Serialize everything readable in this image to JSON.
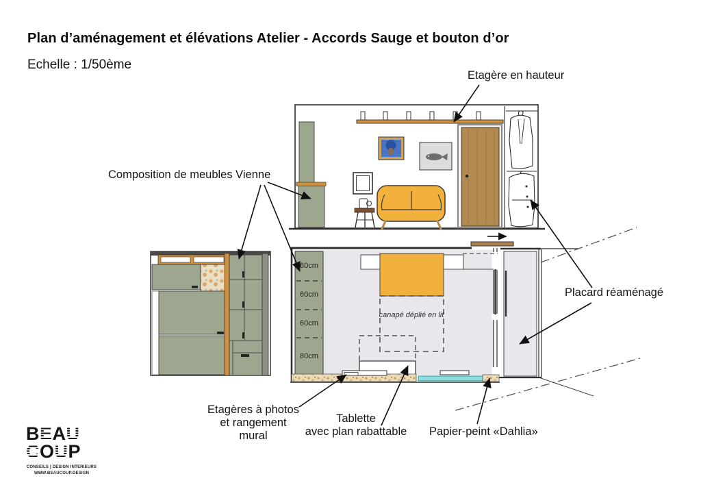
{
  "title": "Plan d’aménagement et élévations Atelier - Accords Sauge et bouton d’or",
  "scale": "Echelle : 1/50ème",
  "annotations": {
    "shelf": "Etagère en hauteur",
    "composition": "Composition de meubles Vienne",
    "closet": "Placard réaménagé",
    "photo_shelves": "Etagères à photos\net rangement\nmural",
    "tablet": "Tablette\navec plan rabattable",
    "wallpaper": "Papier-peint «Dahlia»"
  },
  "plan": {
    "measurements": [
      "60cm",
      "60cm",
      "60cm",
      "80cm"
    ],
    "bed_note": "canapé déplié en lit"
  },
  "logo": {
    "rows": [
      {
        "letters": [
          {
            "ch": "B",
            "striped": false
          },
          {
            "ch": "E",
            "striped": true
          },
          {
            "ch": "A",
            "striped": false
          },
          {
            "ch": "U",
            "striped": true
          }
        ]
      },
      {
        "letters": [
          {
            "ch": "C",
            "striped": true
          },
          {
            "ch": "O",
            "striped": false
          },
          {
            "ch": "U",
            "striped": true
          },
          {
            "ch": "P",
            "striped": false
          }
        ]
      }
    ],
    "tagline": "CONSEILS | DESIGN INTERIEURS",
    "website": "WWW.BEAUCOUP.DESIGN"
  },
  "colors": {
    "sage": "#9da78f",
    "wood": "#d0913e",
    "door_wood": "#b28a52",
    "sofa_yellow": "#f1b13c",
    "floor_gray": "#e7e7ec",
    "wallpaper_teal": "#8edede",
    "speckle_beige": "#ecdcba",
    "ink": "#2e2e2e"
  }
}
